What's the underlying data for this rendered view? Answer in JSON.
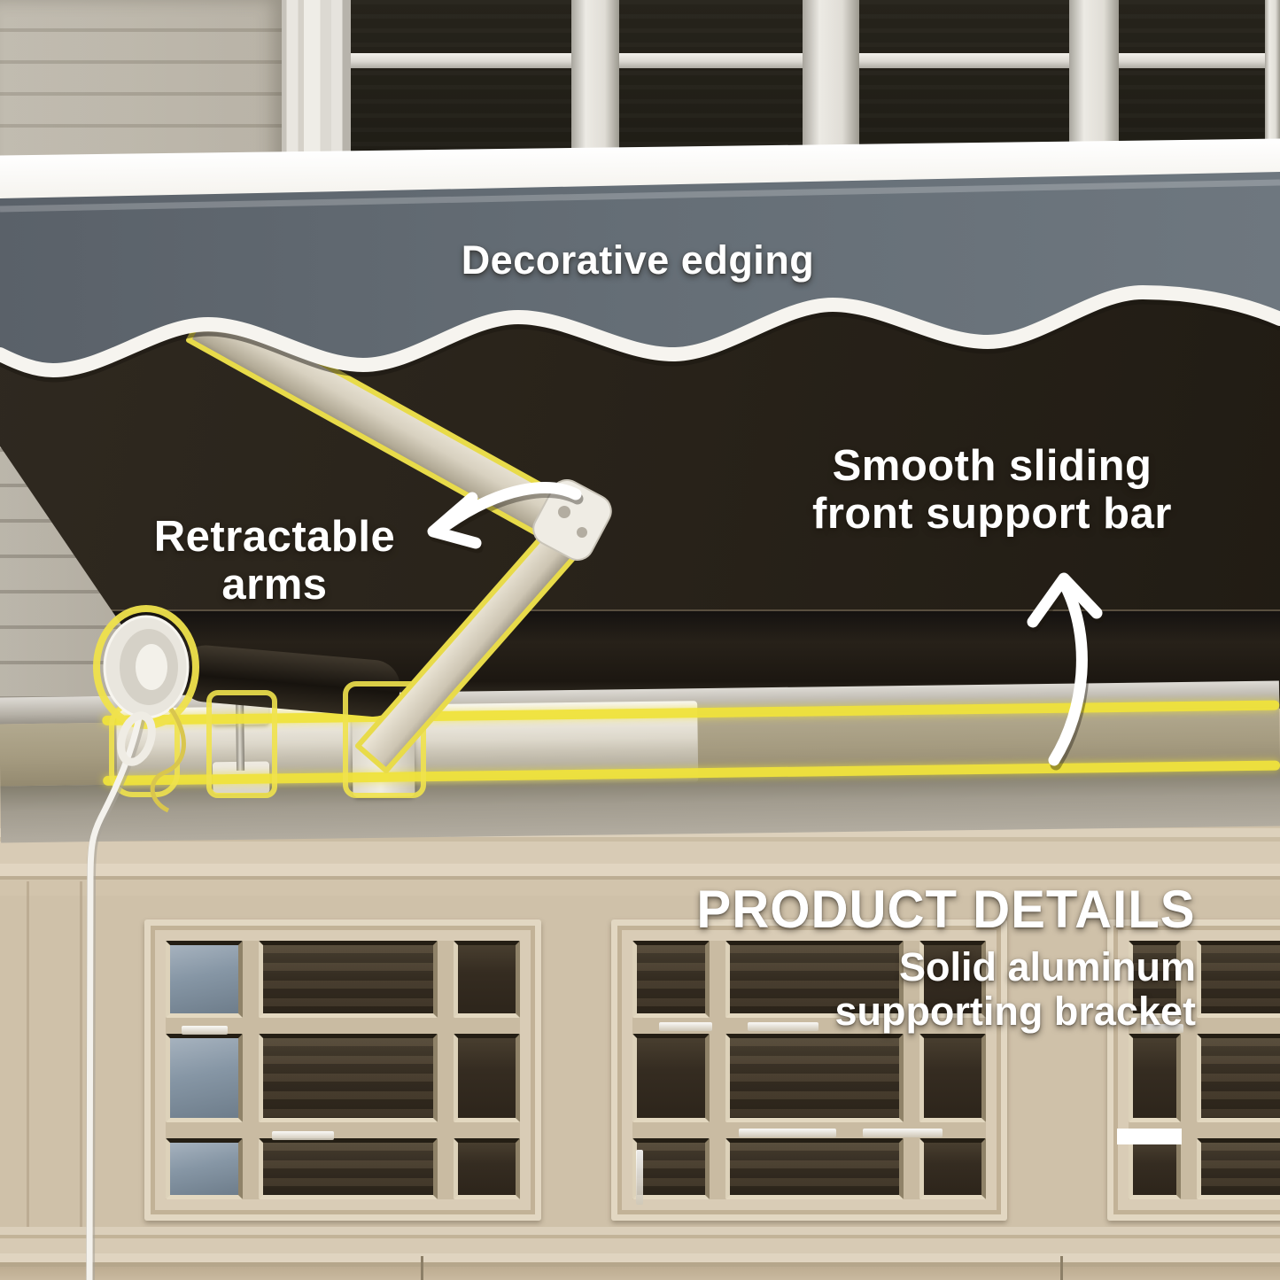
{
  "labels": {
    "decorative_edging": "Decorative edging",
    "retractable_line1": "Retractable",
    "retractable_line2": "arms",
    "smooth_line1": "Smooth sliding",
    "smooth_line2": "front support bar",
    "details_title": "PRODUCT DETAILS",
    "details_sub1": "Solid aluminum",
    "details_sub2": "supporting bracket"
  },
  "colors": {
    "accent_yellow": "#F0E33C",
    "label_text_white": "#FFFFFF",
    "awning_valance_gray": "#68717A",
    "awning_fabric_dark": "#28221A",
    "scallop_trim_white": "#F6F4EF",
    "cassette_band_white": "#FBFAF7",
    "facade_cream": "#D0C2AA",
    "window_glass_dark": "#342C21",
    "frame_white": "#E9E7E1"
  },
  "icons": {
    "left_arrow": "curved-arrow-icon",
    "right_arrow": "curved-arrow-icon",
    "dash": "white-dash-marker"
  }
}
